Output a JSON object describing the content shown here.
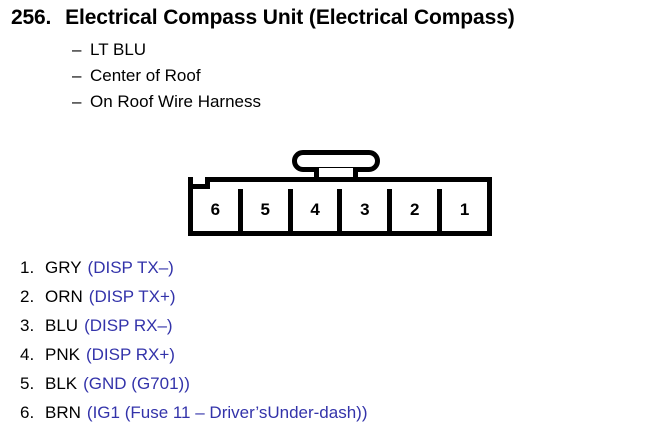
{
  "heading": {
    "number": "256.",
    "title": "Electrical Compass Unit (Electrical Compass)"
  },
  "details": [
    {
      "mark": "–",
      "text": "LT BLU"
    },
    {
      "mark": "–",
      "text": "Center of Roof"
    },
    {
      "mark": "–",
      "text": "On Roof Wire Harness"
    }
  ],
  "connector": {
    "cells": [
      "6",
      "5",
      "4",
      "3",
      "2",
      "1"
    ]
  },
  "pins": [
    {
      "index": "1.",
      "color": "GRY",
      "function": "(DISP TX–)"
    },
    {
      "index": "2.",
      "color": "ORN",
      "function": "(DISP TX+)"
    },
    {
      "index": "3.",
      "color": "BLU",
      "function": "(DISP RX–)"
    },
    {
      "index": "4.",
      "color": "PNK",
      "function": "(DISP RX+)"
    },
    {
      "index": "5.",
      "color": "BLK",
      "function": "(GND (G701))"
    },
    {
      "index": "6.",
      "color": "BRN",
      "function": "(IG1 (Fuse 11 – Driver’sUnder-dash))"
    }
  ],
  "colors": {
    "text": "#000000",
    "function_blue": "#3333aa",
    "background": "#ffffff"
  }
}
